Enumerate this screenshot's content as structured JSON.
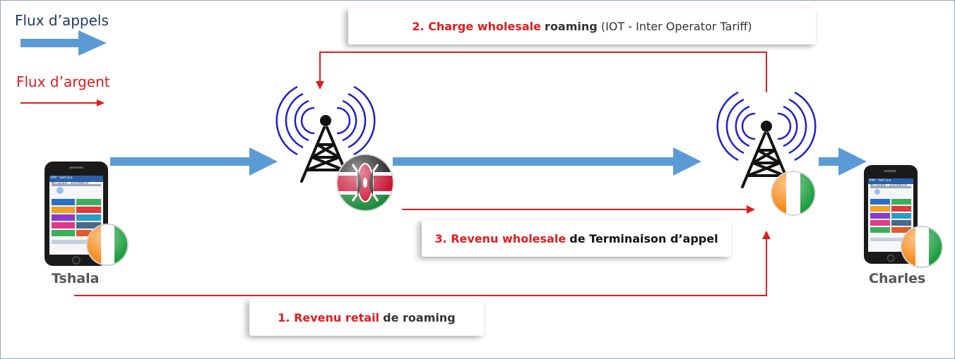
{
  "legend": {
    "call_flow_label": "Flux d’appels",
    "money_flow_label": "Flux d’argent",
    "call_flow_color": "#5b9bd5",
    "money_flow_color": "#e01d1d",
    "call_label_color": "#1f3864"
  },
  "callouts": {
    "charge_wholesale": {
      "number": "2. Charge wholesale",
      "word": "roaming",
      "rest": "(IOT - Inter Operator Tariff)"
    },
    "revenu_wholesale": {
      "number": "3. Revenu wholesale",
      "rest": "de Terminaison d’appel"
    },
    "revenu_retail": {
      "number": "1. Revenu retail",
      "rest": "de roaming"
    }
  },
  "people": {
    "caller": "Tshala",
    "callee": "Charles"
  },
  "phone": {
    "number_line": "My number : 3247494470",
    "app_title": "IPM™ Self Care"
  },
  "icons": {
    "tower": "radio-tower-icon",
    "flag_kenya": "kenya-flag-icon",
    "flag_ivory_coast": "ivory-coast-flag-icon",
    "smartphone": "smartphone-icon"
  }
}
